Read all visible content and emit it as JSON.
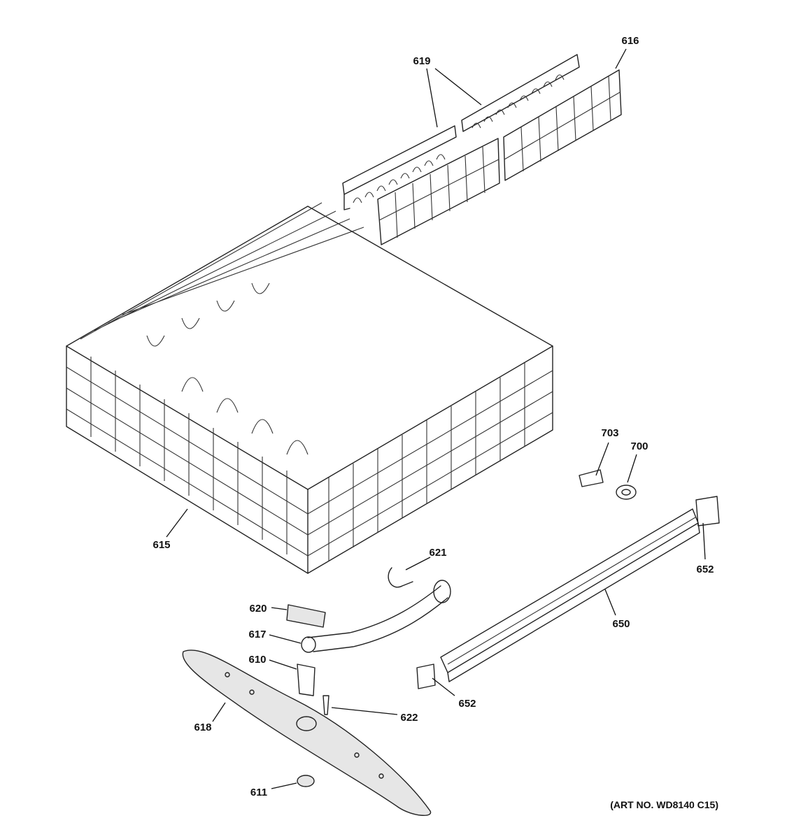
{
  "callouts": [
    {
      "id": "619",
      "label": "619"
    },
    {
      "id": "616",
      "label": "616"
    },
    {
      "id": "615",
      "label": "615"
    },
    {
      "id": "703",
      "label": "703"
    },
    {
      "id": "700",
      "label": "700"
    },
    {
      "id": "652a",
      "label": "652"
    },
    {
      "id": "621",
      "label": "621"
    },
    {
      "id": "620",
      "label": "620"
    },
    {
      "id": "617",
      "label": "617"
    },
    {
      "id": "610",
      "label": "610"
    },
    {
      "id": "650",
      "label": "650"
    },
    {
      "id": "622",
      "label": "622"
    },
    {
      "id": "652b",
      "label": "652"
    },
    {
      "id": "618",
      "label": "618"
    },
    {
      "id": "611",
      "label": "611"
    }
  ],
  "art_number": "(ART NO. WD8140 C15)"
}
